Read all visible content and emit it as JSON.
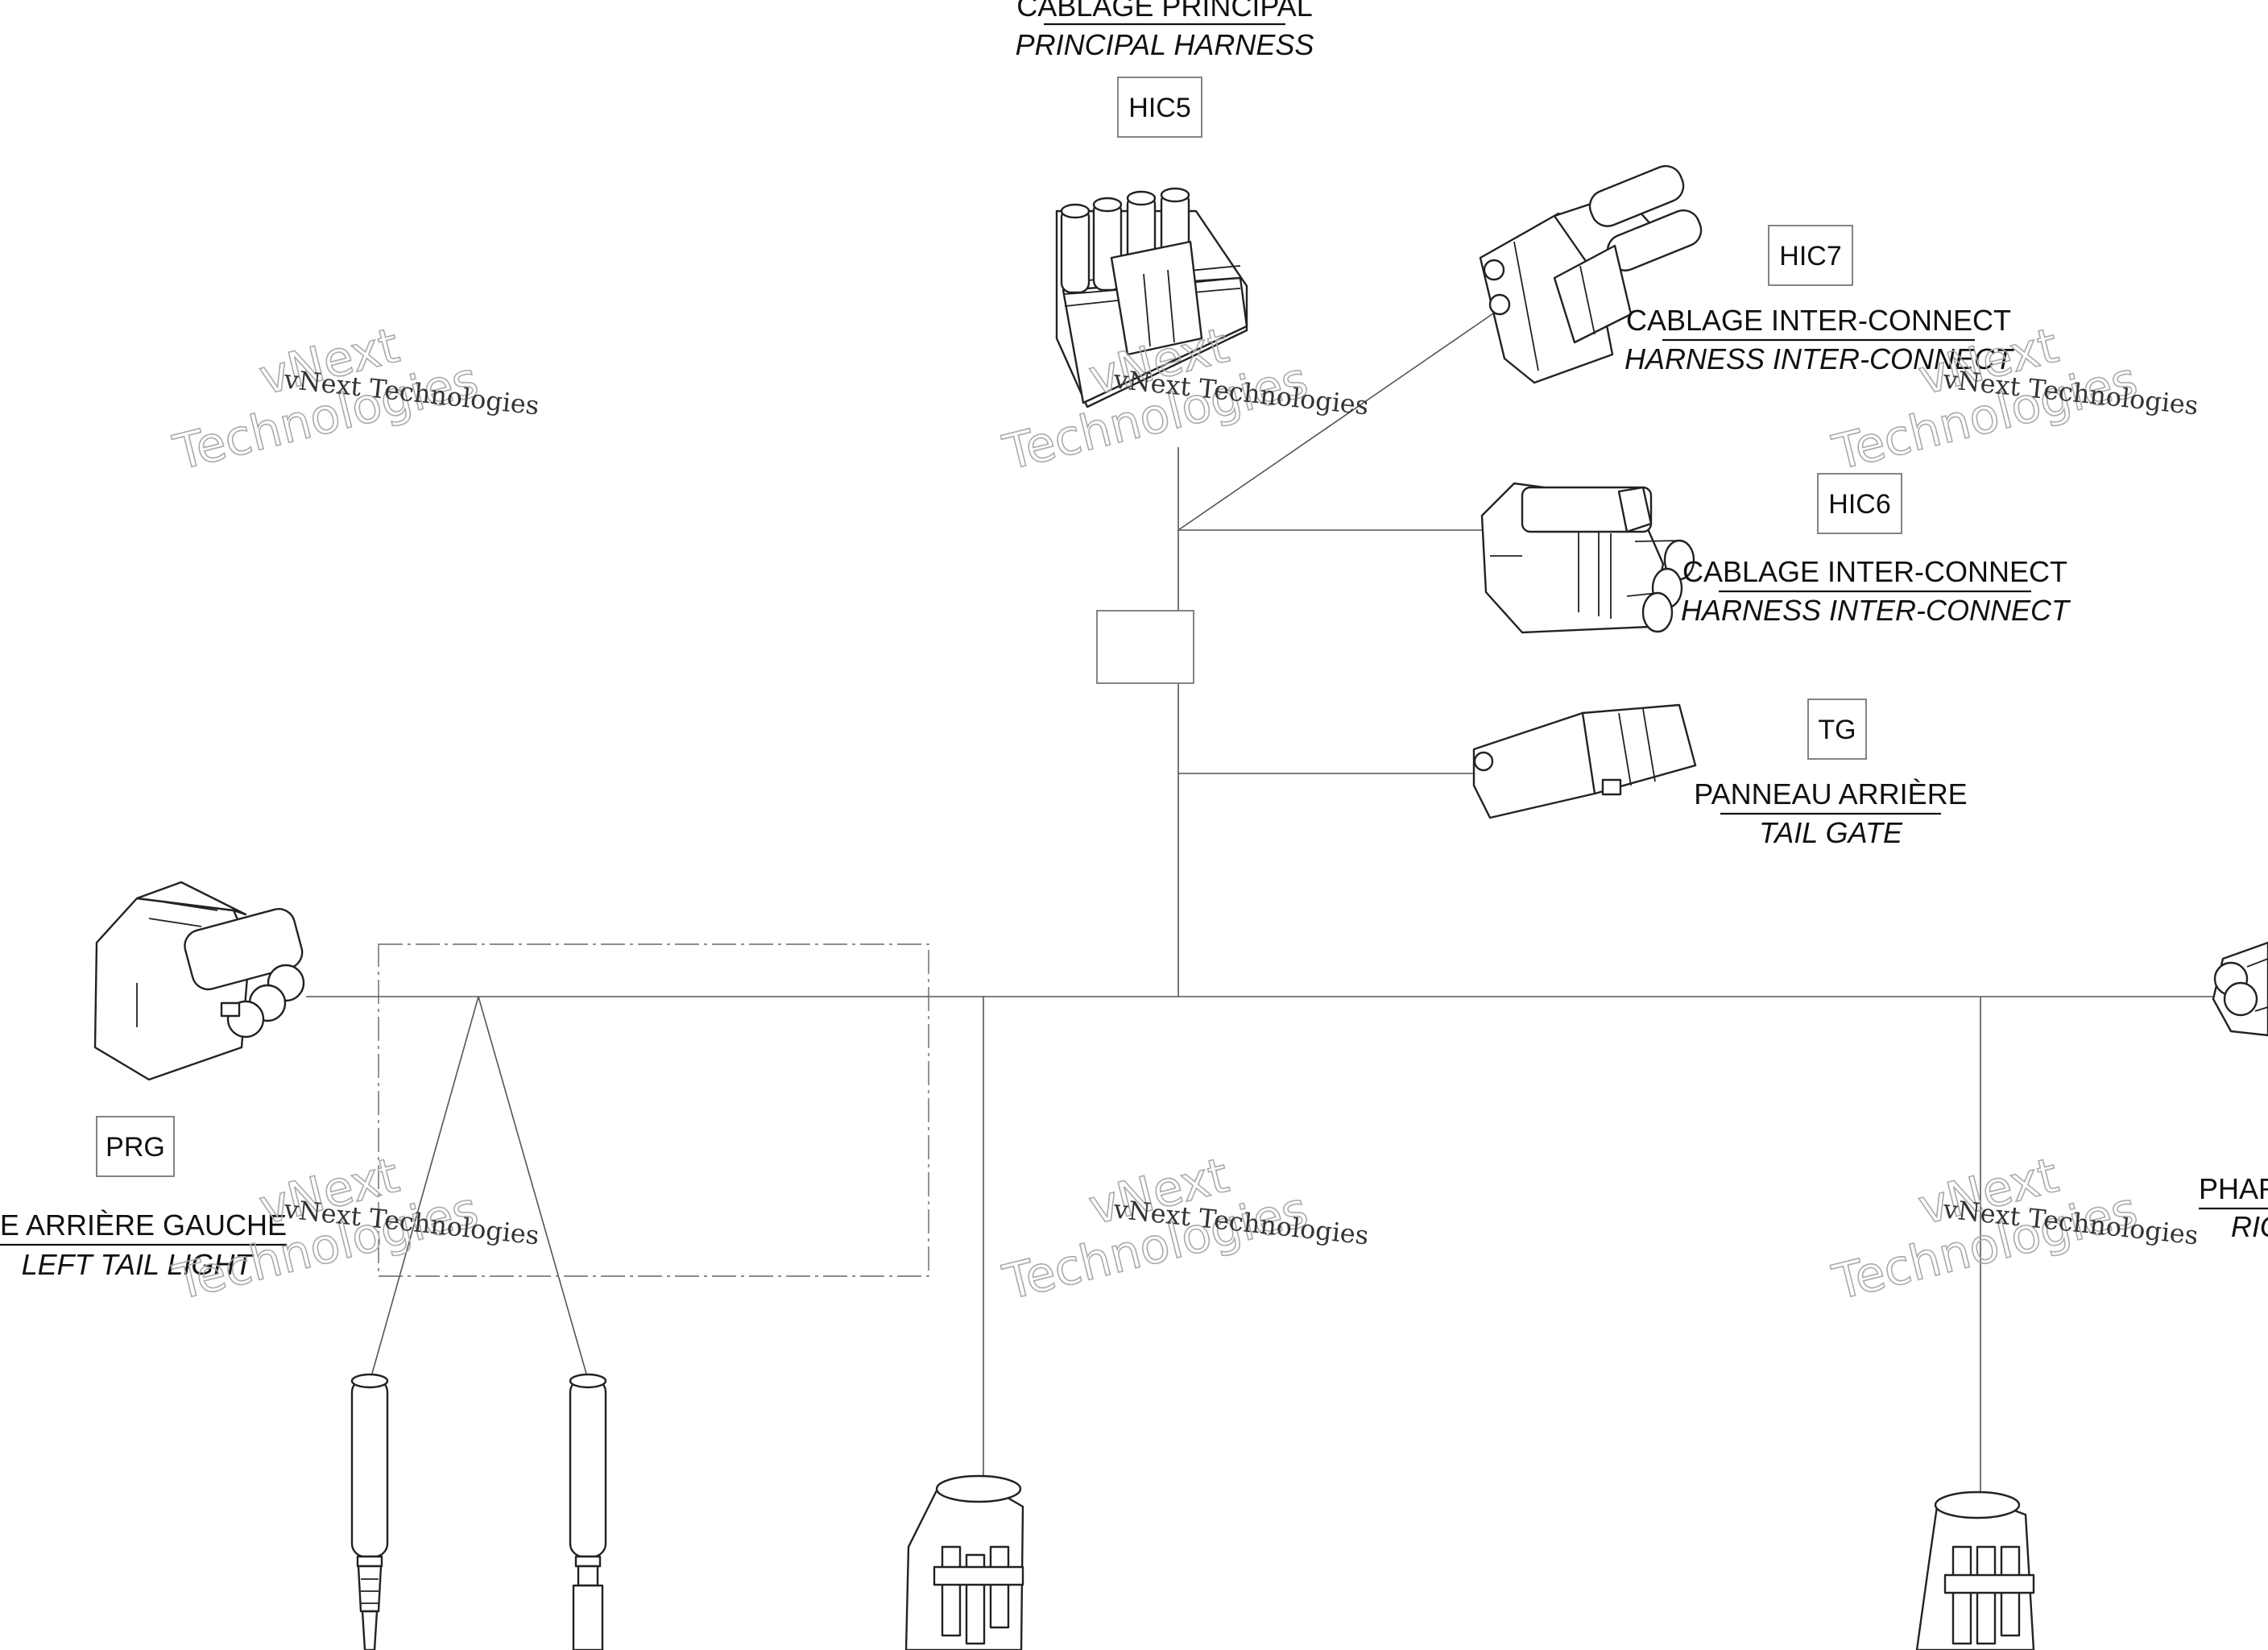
{
  "connectors": {
    "hic5": {
      "code": "HIC5",
      "label_fr": "CABLAGE PRINCIPAL",
      "label_en": "PRINCIPAL HARNESS"
    },
    "hic7": {
      "code": "HIC7",
      "label_fr": "CABLAGE INTER-CONNECT",
      "label_en": "HARNESS INTER-CONNECT"
    },
    "hic6": {
      "code": "HIC6",
      "label_fr": "CABLAGE INTER-CONNECT",
      "label_en": "HARNESS INTER-CONNECT"
    },
    "tg": {
      "code": "TG",
      "label_fr": "PANNEAU ARRIÈRE",
      "label_en": "TAIL GATE"
    },
    "prg": {
      "code": "PRG",
      "label_fr": "PHARE ARRIÈRE GAUCHE",
      "label_en": "LEFT TAIL LIGHT"
    },
    "prd": {
      "label_fr": "PHARE",
      "label_en": "RIG"
    }
  },
  "watermark": {
    "line1": "vNext Technologies",
    "line2a": "vNext",
    "line2b": "Technologies"
  }
}
